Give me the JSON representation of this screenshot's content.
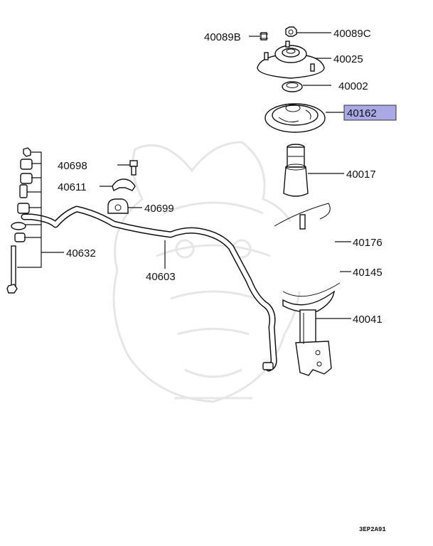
{
  "highlight_color": "#a9a9e6",
  "parts": {
    "p40089B": "40089B",
    "p40089C": "40089C",
    "p40025": "40025",
    "p40002": "40002",
    "p40162": "40162",
    "p40017": "40017",
    "p40176": "40176",
    "p40145": "40145",
    "p40041": "40041",
    "p40698": "40698",
    "p40611": "40611",
    "p40699": "40699",
    "p40632": "40632",
    "p40603": "40603"
  },
  "diagram_code": "3EP2A91"
}
